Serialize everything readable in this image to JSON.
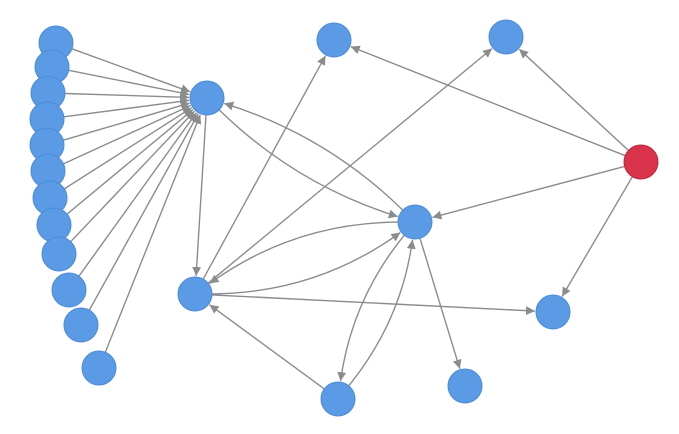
{
  "graph": {
    "colors": {
      "node_default": "#5b9be6",
      "node_default_stroke": "#4a8ad8",
      "node_highlight": "#d9334b",
      "node_highlight_stroke": "#b82a3e",
      "edge": "#8c8c8c"
    },
    "nodes": [
      {
        "id": "l0",
        "kind": "default"
      },
      {
        "id": "l1",
        "kind": "default"
      },
      {
        "id": "l2",
        "kind": "default"
      },
      {
        "id": "l3",
        "kind": "default"
      },
      {
        "id": "l4",
        "kind": "default"
      },
      {
        "id": "l5",
        "kind": "default"
      },
      {
        "id": "l6",
        "kind": "default"
      },
      {
        "id": "l7",
        "kind": "default"
      },
      {
        "id": "l8",
        "kind": "default"
      },
      {
        "id": "l9",
        "kind": "default"
      },
      {
        "id": "l10",
        "kind": "default"
      },
      {
        "id": "l11",
        "kind": "default"
      },
      {
        "id": "hub",
        "kind": "default"
      },
      {
        "id": "top-mid",
        "kind": "default"
      },
      {
        "id": "top-right",
        "kind": "default"
      },
      {
        "id": "red",
        "kind": "highlight"
      },
      {
        "id": "center",
        "kind": "default"
      },
      {
        "id": "left-mid",
        "kind": "default"
      },
      {
        "id": "right-lower",
        "kind": "default"
      },
      {
        "id": "bottom-mid",
        "kind": "default"
      },
      {
        "id": "bottom-right",
        "kind": "default"
      }
    ],
    "edges": [
      {
        "from": "l0",
        "to": "hub",
        "bend": 0
      },
      {
        "from": "l1",
        "to": "hub",
        "bend": 0
      },
      {
        "from": "l2",
        "to": "hub",
        "bend": 0
      },
      {
        "from": "l3",
        "to": "hub",
        "bend": 0
      },
      {
        "from": "l4",
        "to": "hub",
        "bend": 0
      },
      {
        "from": "l5",
        "to": "hub",
        "bend": 0
      },
      {
        "from": "l6",
        "to": "hub",
        "bend": 0
      },
      {
        "from": "l7",
        "to": "hub",
        "bend": 0
      },
      {
        "from": "l8",
        "to": "hub",
        "bend": 0
      },
      {
        "from": "l9",
        "to": "hub",
        "bend": 0
      },
      {
        "from": "l10",
        "to": "hub",
        "bend": 0
      },
      {
        "from": "l11",
        "to": "hub",
        "bend": 0
      },
      {
        "from": "hub",
        "to": "left-mid",
        "bend": 0
      },
      {
        "from": "hub",
        "to": "center",
        "bend": 0.12
      },
      {
        "from": "center",
        "to": "hub",
        "bend": 0.12
      },
      {
        "from": "red",
        "to": "top-mid",
        "bend": 0
      },
      {
        "from": "red",
        "to": "top-right",
        "bend": 0
      },
      {
        "from": "red",
        "to": "center",
        "bend": 0
      },
      {
        "from": "red",
        "to": "right-lower",
        "bend": 0
      },
      {
        "from": "left-mid",
        "to": "top-mid",
        "bend": 0
      },
      {
        "from": "left-mid",
        "to": "top-right",
        "bend": 0
      },
      {
        "from": "left-mid",
        "to": "center",
        "bend": 0.16
      },
      {
        "from": "center",
        "to": "left-mid",
        "bend": 0.16
      },
      {
        "from": "left-mid",
        "to": "right-lower",
        "bend": 0
      },
      {
        "from": "bottom-mid",
        "to": "left-mid",
        "bend": 0
      },
      {
        "from": "center",
        "to": "bottom-mid",
        "bend": 0.14
      },
      {
        "from": "bottom-mid",
        "to": "center",
        "bend": 0.14
      },
      {
        "from": "center",
        "to": "bottom-right",
        "bend": 0
      }
    ]
  }
}
